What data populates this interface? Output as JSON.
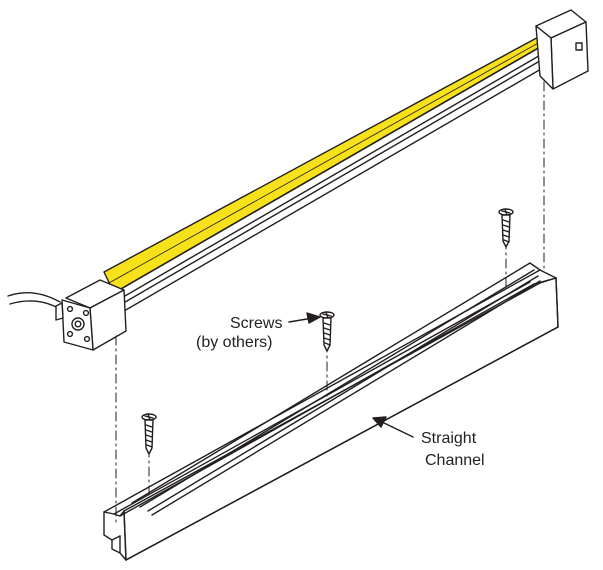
{
  "labels": {
    "screws_line1": "Screws",
    "screws_line2": "(by others)",
    "channel_line1": "Straight",
    "channel_line2": "Channel"
  },
  "colors": {
    "led_strip": "#f7e11b",
    "line": "#231f20",
    "background": "#ffffff"
  }
}
